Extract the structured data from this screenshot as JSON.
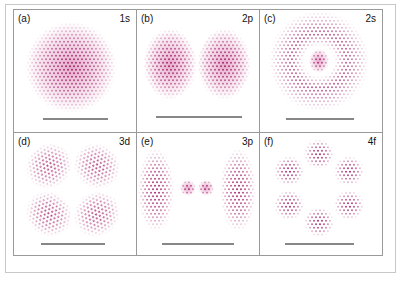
{
  "diagram": {
    "nodes": [
      {
        "text": [
          "(a)",
          "1s"
        ]
      },
      {
        "text": [
          "(b)",
          "2p"
        ]
      },
      {
        "text": [
          "(c)",
          "2s"
        ]
      },
      {
        "text": [
          "(d)",
          "3d"
        ]
      },
      {
        "text": [
          "(e)",
          "3p"
        ]
      },
      {
        "text": [
          "(f)",
          "4f"
        ]
      }
    ]
  }
}
